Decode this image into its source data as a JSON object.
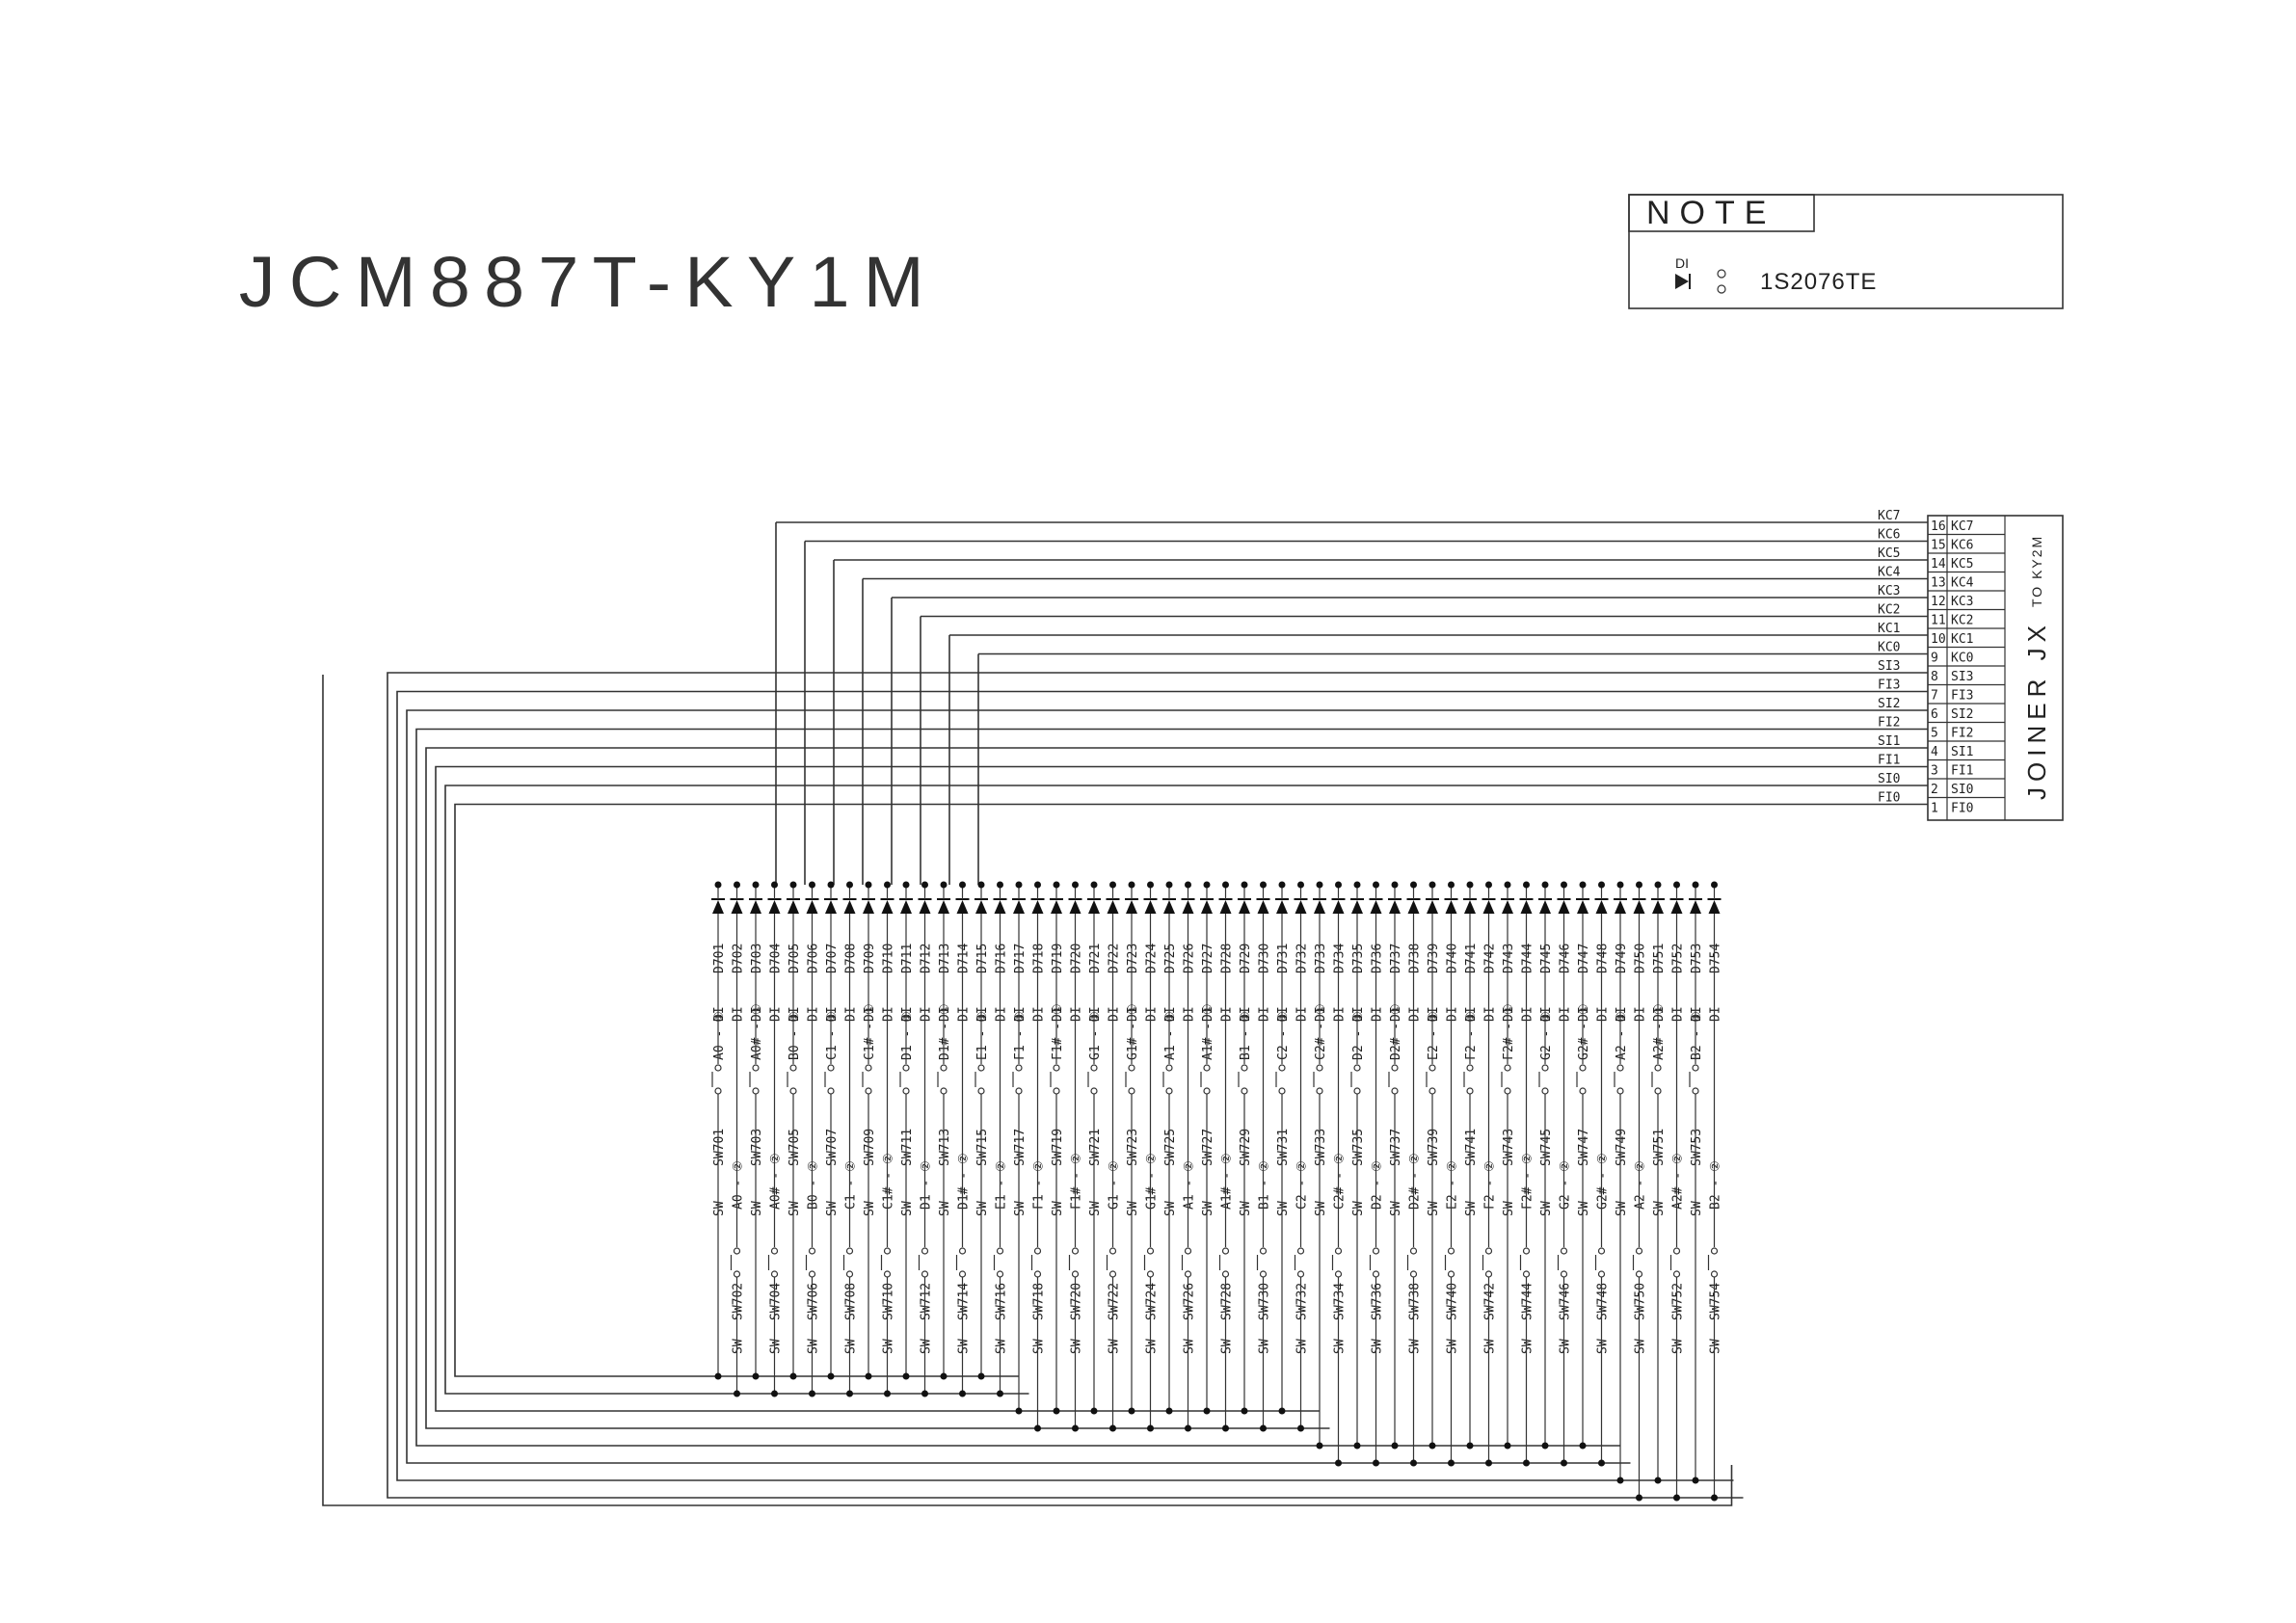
{
  "title": "JCM887T-KY1M",
  "note": {
    "heading": "NOTE",
    "symbol_label": "DI",
    "part": "1S2076TE"
  },
  "joiner": {
    "label": "JOINER JX",
    "to": "TO KY2M",
    "pins": [
      {
        "pin": "16",
        "name": "KC7"
      },
      {
        "pin": "15",
        "name": "KC6"
      },
      {
        "pin": "14",
        "name": "KC5"
      },
      {
        "pin": "13",
        "name": "KC4"
      },
      {
        "pin": "12",
        "name": "KC3"
      },
      {
        "pin": "11",
        "name": "KC2"
      },
      {
        "pin": "10",
        "name": "KC1"
      },
      {
        "pin": "9",
        "name": "KC0"
      },
      {
        "pin": "8",
        "name": "SI3"
      },
      {
        "pin": "7",
        "name": "FI3"
      },
      {
        "pin": "6",
        "name": "SI2"
      },
      {
        "pin": "5",
        "name": "FI2"
      },
      {
        "pin": "4",
        "name": "SI1"
      },
      {
        "pin": "3",
        "name": "FI1"
      },
      {
        "pin": "2",
        "name": "SI0"
      },
      {
        "pin": "1",
        "name": "FI0"
      }
    ]
  },
  "keys": [
    "A0",
    "A0#",
    "B0",
    "C1",
    "C1#",
    "D1",
    "D1#",
    "E1",
    "F1",
    "F1#",
    "G1",
    "G1#",
    "A1",
    "A1#",
    "B1",
    "C2",
    "C2#",
    "D2",
    "D2#",
    "E2",
    "F2",
    "F2#",
    "G2",
    "G2#",
    "A2",
    "A2#",
    "B2"
  ],
  "circle_one": "①",
  "circle_two": "②",
  "sw_prefix": "SW",
  "di_prefix": "DI",
  "diode_start": 701,
  "switch_start": 701
}
